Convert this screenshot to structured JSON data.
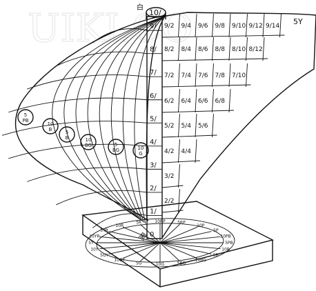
{
  "title_glyph": "白",
  "base_glyph": "黑",
  "top_value": "10/",
  "corner_label": "5Y",
  "neutral_axis": [
    "0",
    "1/",
    "2/",
    "3/",
    "4/",
    "5/",
    "6/",
    "7/",
    "8/",
    "9/"
  ],
  "chroma_rows": [
    {
      "row": 9,
      "cells": [
        "9/2",
        "9/4",
        "9/6",
        "9/8",
        "9/10",
        "9/12",
        "9/14"
      ]
    },
    {
      "row": 8,
      "cells": [
        "8/2",
        "8/4",
        "8/6",
        "8/8",
        "8/10",
        "8/12"
      ]
    },
    {
      "row": 7,
      "cells": [
        "7/2",
        "7/4",
        "7/6",
        "7/8",
        "7/10"
      ]
    },
    {
      "row": 6,
      "cells": [
        "6/2",
        "6/4",
        "6/6",
        "6/8"
      ]
    },
    {
      "row": 5,
      "cells": [
        "5/2",
        "5/4",
        "5/6"
      ]
    },
    {
      "row": 4,
      "cells": [
        "4/2",
        "4/4"
      ]
    },
    {
      "row": 3,
      "cells": [
        "3/2"
      ]
    },
    {
      "row": 2,
      "cells": [
        "2/2"
      ]
    }
  ],
  "hue_circles": [
    {
      "num": "5",
      "code": "PB"
    },
    {
      "num": "10",
      "code": "B"
    },
    {
      "num": "5",
      "code": "B"
    },
    {
      "num": "10",
      "code": "BG"
    },
    {
      "num": "5",
      "code": "BG"
    },
    {
      "num": "10",
      "code": "G"
    }
  ],
  "hue_ring_labels": [
    "10G",
    "5G",
    "10GY",
    "5GY",
    "10Y",
    "5Y",
    "10YR",
    "5YR",
    "10R",
    "5R",
    "10RP",
    "5RP",
    "10P",
    "5P",
    "10PB",
    "5PB",
    "10B",
    "5B",
    "10BG",
    "5BG"
  ]
}
